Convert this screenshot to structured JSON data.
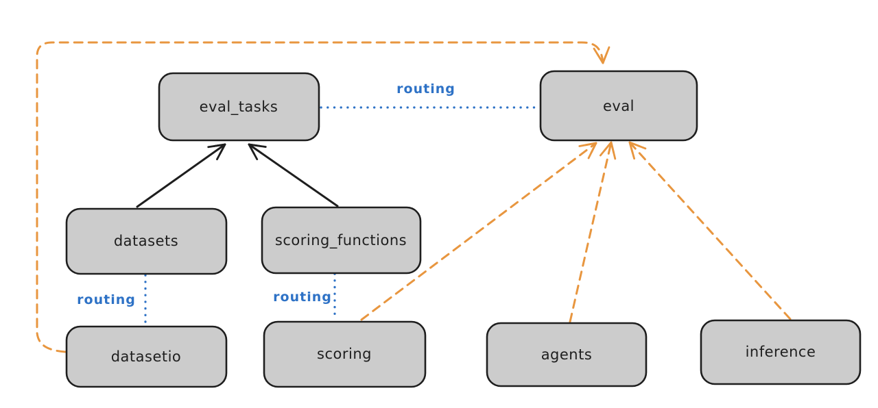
{
  "diagram": {
    "type": "architecture-graph",
    "nodes": [
      {
        "id": "eval_tasks",
        "label": "eval_tasks",
        "kind": "registry",
        "color": "#a6d3f2"
      },
      {
        "id": "eval",
        "label": "eval",
        "kind": "api",
        "color": "#b7edbf"
      },
      {
        "id": "datasets",
        "label": "datasets",
        "kind": "registry",
        "color": "#a6d3f2"
      },
      {
        "id": "scoring_functions",
        "label": "scoring_functions",
        "kind": "registry",
        "color": "#a6d3f2"
      },
      {
        "id": "datasetio",
        "label": "datasetio",
        "kind": "api",
        "color": "#b7edbf"
      },
      {
        "id": "scoring",
        "label": "scoring",
        "kind": "api",
        "color": "#b7edbf"
      },
      {
        "id": "agents",
        "label": "agents",
        "kind": "api",
        "color": "#b7edbf"
      },
      {
        "id": "inference",
        "label": "inference",
        "kind": "api",
        "color": "#b7edbf"
      }
    ],
    "edges": [
      {
        "from": "datasets",
        "to": "eval_tasks",
        "style": "solid-arrow",
        "color": "#1e1e1e",
        "label": ""
      },
      {
        "from": "scoring_functions",
        "to": "eval_tasks",
        "style": "solid-arrow",
        "color": "#1e1e1e",
        "label": ""
      },
      {
        "from": "eval_tasks",
        "to": "eval",
        "style": "dotted",
        "color": "#2e72c6",
        "label": "routing"
      },
      {
        "from": "datasets",
        "to": "datasetio",
        "style": "dotted",
        "color": "#2e72c6",
        "label": "routing"
      },
      {
        "from": "scoring_functions",
        "to": "scoring",
        "style": "dotted",
        "color": "#2e72c6",
        "label": "routing"
      },
      {
        "from": "datasetio",
        "to": "eval",
        "style": "dashed-arrow",
        "color": "#e8963f",
        "label": ""
      },
      {
        "from": "scoring",
        "to": "eval",
        "style": "dashed-arrow",
        "color": "#e8963f",
        "label": ""
      },
      {
        "from": "agents",
        "to": "eval",
        "style": "dashed-arrow",
        "color": "#e8963f",
        "label": ""
      },
      {
        "from": "inference",
        "to": "eval",
        "style": "dashed-arrow",
        "color": "#e8963f",
        "label": ""
      }
    ]
  },
  "colors": {
    "background": "#ffffff",
    "blue_fill": "#a6d3f2",
    "green_fill": "#b7edbf",
    "node_stroke": "#1e1e1e",
    "routing_blue": "#2e72c6",
    "orange": "#e8963f",
    "black": "#1e1e1e"
  }
}
